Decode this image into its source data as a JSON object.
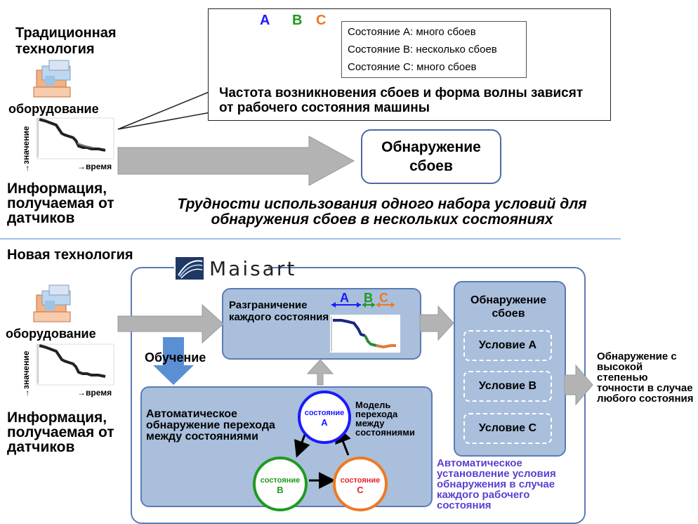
{
  "top": {
    "heading": "Традиционная технология",
    "equipment_label": "оборудование",
    "axis_value": "→значение",
    "axis_time": "→время",
    "sensor_info": "Информация, получаемая от датчиков",
    "callout": {
      "letters": [
        "A",
        "B",
        "C"
      ],
      "states": [
        "Состояние A: много сбоев",
        "Состояние B: несколько сбоев",
        "Состояние C: много сбоев"
      ],
      "note": "Частота возникновения сбоев и форма волны зависят от рабочего состояния машины"
    },
    "detection": "Обнаружение сбоев",
    "difficulty": "Трудности использования одного набора условий для обнаружения сбоев в нескольких состояниях"
  },
  "bottom": {
    "heading": "Новая технология",
    "brand": "Maisart",
    "equipment_label": "оборудование",
    "axis_value": "→значение",
    "axis_time": "→время",
    "sensor_info": "Информация, получаемая от датчиков",
    "learning": "Обучение",
    "separation": "Разграничение каждого состояния",
    "letters": [
      "A",
      "B",
      "C"
    ],
    "auto_detect": "Автоматическое обнаружение перехода между состояниями",
    "model": "Модель перехода между состояниями",
    "state_word": "состояние",
    "state_a": "A",
    "state_b": "B",
    "state_c": "C",
    "detection_title": "Обнаружение сбоев",
    "conditions": [
      "Условие A",
      "Условие B",
      "Условие C"
    ],
    "result": "Обнаружение с высокой степенью точности в случае любого состояния",
    "auto_setup": "Автоматическое установление условия обнаружения в случае каждого рабочего состояния"
  },
  "colors": {
    "panel_fill": "#a9bfdc",
    "panel_border": "#5a7bb5",
    "arrow_gray": "#b3b3b3",
    "state_a": "#1a1aff",
    "state_b": "#1f9a1f",
    "state_c": "#f07820",
    "purple_text": "#5b3fd0"
  }
}
